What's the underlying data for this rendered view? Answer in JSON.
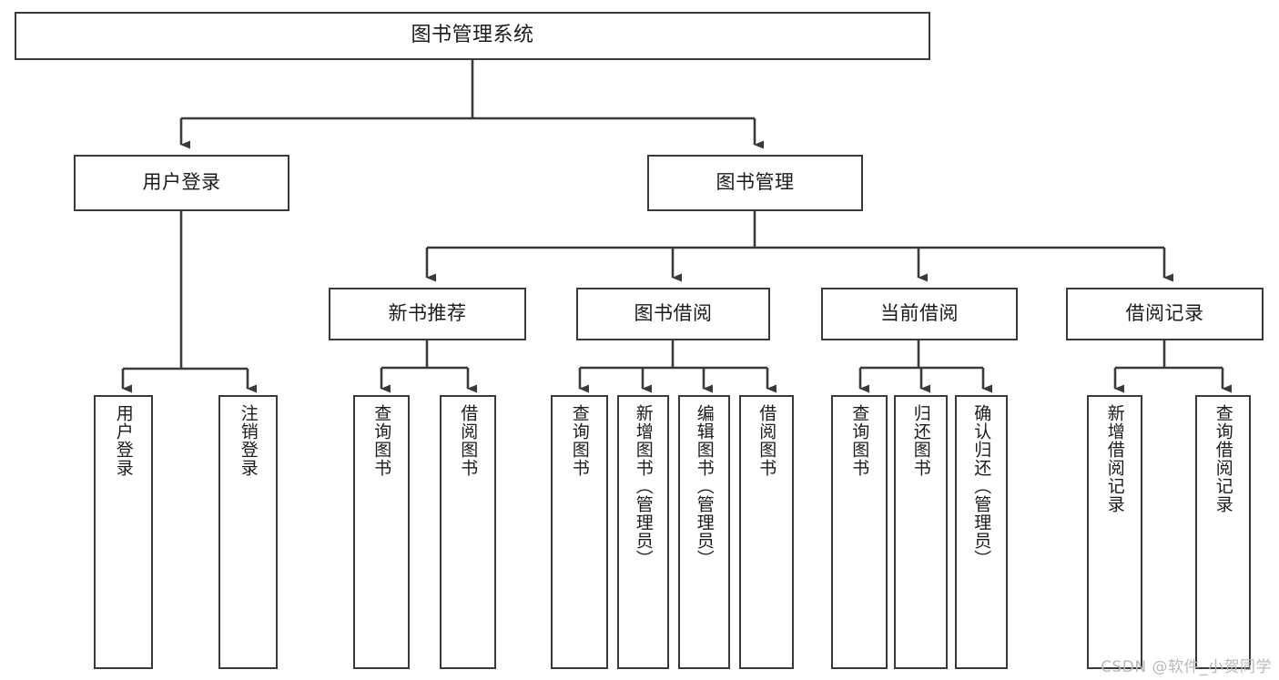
{
  "diagram": {
    "title": "图书管理系统",
    "type": "tree-hierarchy-chart",
    "orientation": "top-down",
    "watermark": "CSDN @软件_小贺同学",
    "colors": {
      "box_border": "#3a3a3a",
      "box_fill": "#ffffff",
      "edge": "#3a3a3a",
      "text": "#1b1b1b",
      "watermark": "#b9b9b9",
      "background": "#ffffff"
    },
    "nodes": {
      "root": {
        "label": "图书管理系统",
        "level": 1
      },
      "l2": [
        {
          "id": "user-login",
          "label": "用户登录",
          "level": 2
        },
        {
          "id": "book-management",
          "label": "图书管理",
          "level": 2
        }
      ],
      "l3": [
        {
          "id": "new-book-recommend",
          "label": "新书推荐",
          "level": 3,
          "parent": "book-management"
        },
        {
          "id": "book-borrow",
          "label": "图书借阅",
          "level": 3,
          "parent": "book-management"
        },
        {
          "id": "current-borrow",
          "label": "当前借阅",
          "level": 3,
          "parent": "book-management"
        },
        {
          "id": "borrow-record",
          "label": "借阅记录",
          "level": 3,
          "parent": "book-management"
        }
      ],
      "leaves": [
        {
          "id": "leaf-user-login",
          "label": "用户登录",
          "parent": "user-login"
        },
        {
          "id": "leaf-logout-login",
          "label": "注销登录",
          "parent": "user-login"
        },
        {
          "id": "leaf-query-book-1",
          "label": "查询图书",
          "parent": "new-book-recommend"
        },
        {
          "id": "leaf-borrow-book-1",
          "label": "借阅图书",
          "parent": "new-book-recommend"
        },
        {
          "id": "leaf-query-book-2",
          "label": "查询图书",
          "parent": "book-borrow"
        },
        {
          "id": "leaf-add-book",
          "label": "新增图书（管理员）",
          "parent": "book-borrow"
        },
        {
          "id": "leaf-edit-book",
          "label": "编辑图书（管理员）",
          "parent": "book-borrow"
        },
        {
          "id": "leaf-borrow-book-2",
          "label": "借阅图书",
          "parent": "book-borrow"
        },
        {
          "id": "leaf-query-book-3",
          "label": "查询图书",
          "parent": "current-borrow"
        },
        {
          "id": "leaf-return-book",
          "label": "归还图书",
          "parent": "current-borrow"
        },
        {
          "id": "leaf-confirm-return",
          "label": "确认归还（管理员）",
          "parent": "current-borrow"
        },
        {
          "id": "leaf-add-record",
          "label": "新增借阅记录",
          "parent": "borrow-record"
        },
        {
          "id": "leaf-query-record",
          "label": "查询借阅记录",
          "parent": "borrow-record"
        }
      ]
    }
  }
}
